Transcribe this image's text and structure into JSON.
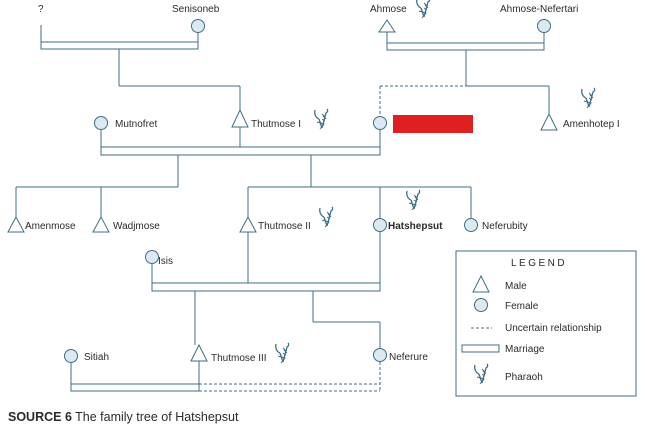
{
  "people": {
    "unknown": "?",
    "senisoneb": "Senisoneb",
    "ahmose": "Ahmose",
    "ahmose_nefertari": "Ahmose-Nefertari",
    "mutnofret": "Mutnofret",
    "thutmose_i": "Thutmose I",
    "amenhotep_i": "Amenhotep I",
    "amenmose": "Amenmose",
    "wadjmose": "Wadjmose",
    "thutmose_ii": "Thutmose II",
    "hatshepsut": "Hatshepsut",
    "neferubity": "Neferubity",
    "isis": "Isis",
    "sitiah": "Sitiah",
    "thutmose_iii": "Thutmose III",
    "neferure": "Neferure"
  },
  "legend": {
    "title": "LEGEND",
    "male": "Male",
    "female": "Female",
    "uncertain": "Uncertain relationship",
    "marriage": "Marriage",
    "pharaoh": "Pharaoh"
  },
  "caption": {
    "source": "SOURCE 6",
    "text": " The family tree of Hatshepsut"
  },
  "colors": {
    "line": "#3d6f86",
    "redacted": "#e02020"
  },
  "icons": [
    "pharaoh-crook-flail-icon",
    "male-triangle-icon",
    "female-circle-icon"
  ]
}
